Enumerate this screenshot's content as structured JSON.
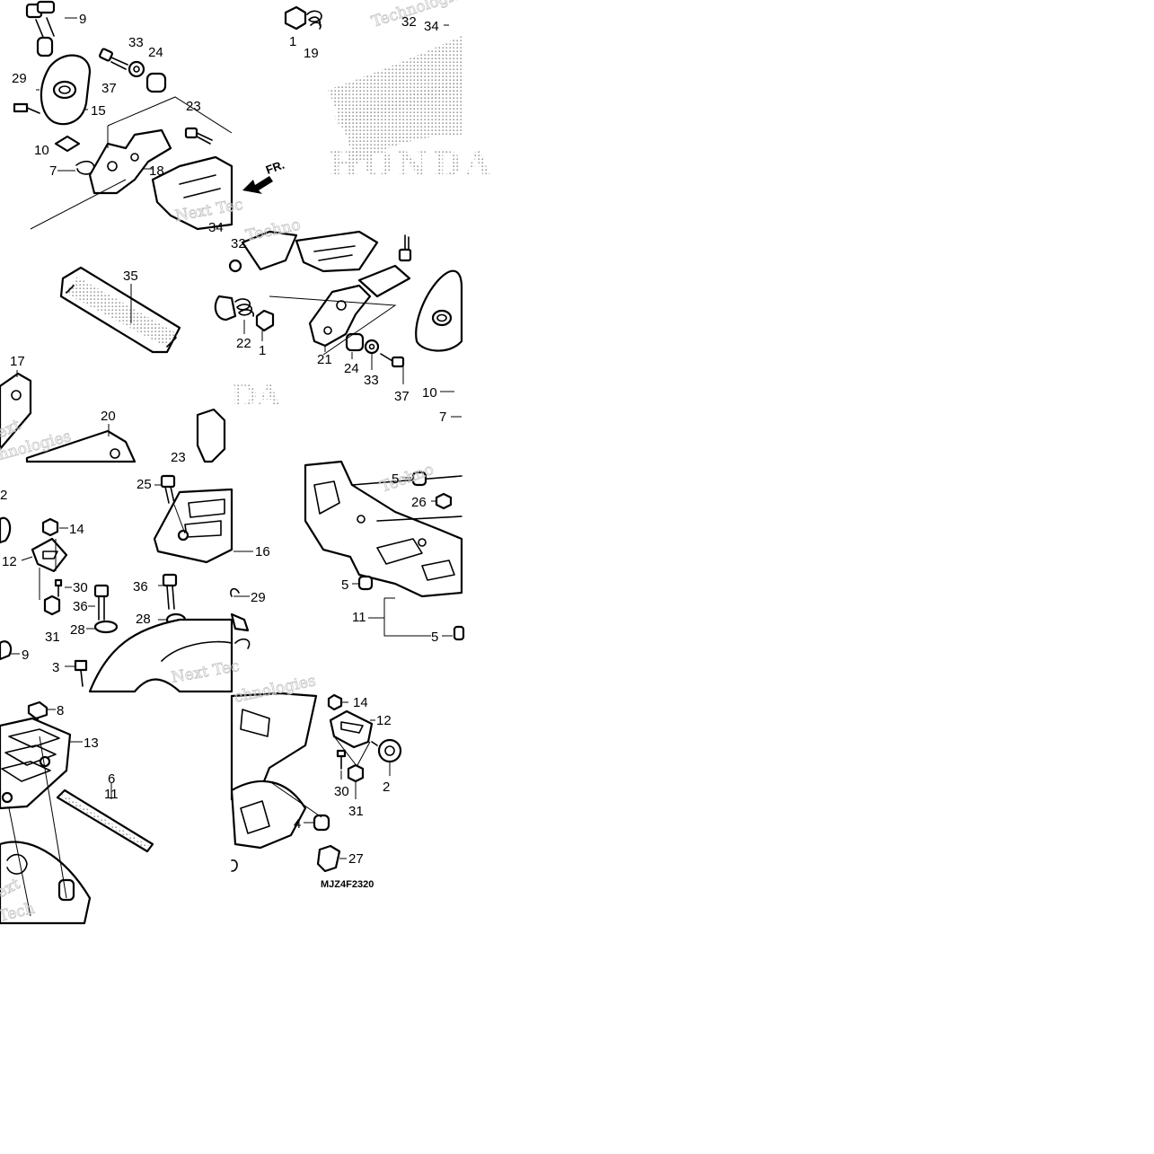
{
  "diagram": {
    "code": "MJZ4F2320",
    "front_marker": "FR.",
    "brand_text": "HONDA",
    "watermarks": [
      "Technologies",
      "Next",
      "Next Tec",
      "Techno",
      "hnologies",
      "chnologies",
      "ext",
      "Tech"
    ]
  },
  "callouts": [
    {
      "id": "c-9a",
      "text": "9"
    },
    {
      "id": "c-33a",
      "text": "33"
    },
    {
      "id": "c-24a",
      "text": "24"
    },
    {
      "id": "c-37a",
      "text": "37"
    },
    {
      "id": "c-29a",
      "text": "29"
    },
    {
      "id": "c-15",
      "text": "15"
    },
    {
      "id": "c-23a",
      "text": "23"
    },
    {
      "id": "c-10a",
      "text": "10"
    },
    {
      "id": "c-18",
      "text": "18"
    },
    {
      "id": "c-7a",
      "text": "7"
    },
    {
      "id": "c-34a",
      "text": "34"
    },
    {
      "id": "c-1a",
      "text": "1"
    },
    {
      "id": "c-19",
      "text": "19"
    },
    {
      "id": "c-32a",
      "text": "32"
    },
    {
      "id": "c-34b",
      "text": "34"
    },
    {
      "id": "c-35",
      "text": "35"
    },
    {
      "id": "c-17",
      "text": "17"
    },
    {
      "id": "c-20",
      "text": "20"
    },
    {
      "id": "c-23b",
      "text": "23"
    },
    {
      "id": "c-32b",
      "text": "32"
    },
    {
      "id": "c-22",
      "text": "22"
    },
    {
      "id": "c-1b",
      "text": "1"
    },
    {
      "id": "c-21",
      "text": "21"
    },
    {
      "id": "c-24b",
      "text": "24"
    },
    {
      "id": "c-33b",
      "text": "33"
    },
    {
      "id": "c-37b",
      "text": "37"
    },
    {
      "id": "c-10b",
      "text": "10"
    },
    {
      "id": "c-7b",
      "text": "7"
    },
    {
      "id": "c-25",
      "text": "25"
    },
    {
      "id": "c-14a",
      "text": "14"
    },
    {
      "id": "c-12a",
      "text": "12"
    },
    {
      "id": "c-16",
      "text": "16"
    },
    {
      "id": "c-30a",
      "text": "30"
    },
    {
      "id": "c-36a",
      "text": "36"
    },
    {
      "id": "c-36b",
      "text": "36"
    },
    {
      "id": "c-29b",
      "text": "29"
    },
    {
      "id": "c-28a",
      "text": "28"
    },
    {
      "id": "c-28b",
      "text": "28"
    },
    {
      "id": "c-31a",
      "text": "31"
    },
    {
      "id": "c-9b",
      "text": "9"
    },
    {
      "id": "c-3",
      "text": "3"
    },
    {
      "id": "c-2a",
      "text": "2"
    },
    {
      "id": "c-5a",
      "text": "5"
    },
    {
      "id": "c-26",
      "text": "26"
    },
    {
      "id": "c-5b",
      "text": "5"
    },
    {
      "id": "c-11a",
      "text": "11"
    },
    {
      "id": "c-5c",
      "text": "5"
    },
    {
      "id": "c-8",
      "text": "8"
    },
    {
      "id": "c-13",
      "text": "13"
    },
    {
      "id": "c-6",
      "text": "6"
    },
    {
      "id": "c-11b",
      "text": "11"
    },
    {
      "id": "c-14b",
      "text": "14"
    },
    {
      "id": "c-12b",
      "text": "12"
    },
    {
      "id": "c-30b",
      "text": "30"
    },
    {
      "id": "c-2b",
      "text": "2"
    },
    {
      "id": "c-31b",
      "text": "31"
    },
    {
      "id": "c-4",
      "text": "4"
    },
    {
      "id": "c-27",
      "text": "27"
    }
  ]
}
